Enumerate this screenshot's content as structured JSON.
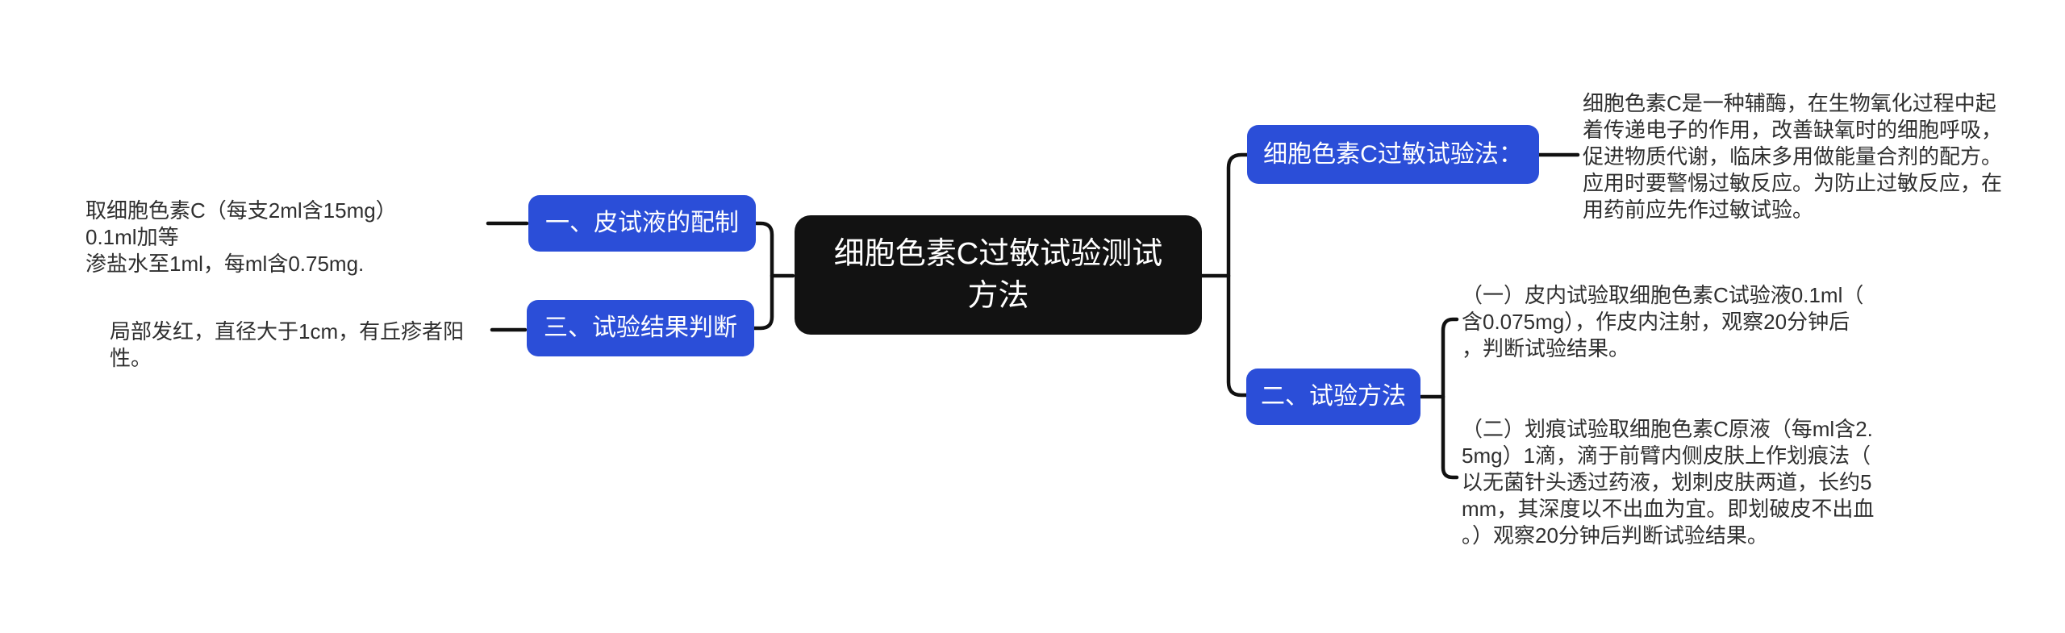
{
  "colors": {
    "node_blue": "#2B4ED8",
    "root_black": "#121212",
    "connector_line": "#111111",
    "body_text": "#2F2F2F",
    "node_text": "#FFFFFF",
    "background": "#FFFFFF"
  },
  "root": {
    "title": "细胞色素C过敏试验测试方法"
  },
  "left_branch": {
    "nodes": [
      {
        "label": "一、皮试液的配制",
        "note": "取细胞色素C（每支2ml含15mg）0.1ml加等\n渗盐水至1ml，每ml含0.75mg."
      },
      {
        "label": "三、试验结果判断",
        "note": "局部发红，直径大于1cm，有丘疹者阳性。"
      }
    ]
  },
  "right_branch": {
    "nodes": [
      {
        "label": "细胞色素C过敏试验法：",
        "note": "细胞色素C是一种辅酶，在生物氧化过程中起\n着传递电子的作用，改善缺氧时的细胞呼吸，\n促进物质代谢，临床多用做能量合剂的配方。\n应用时要警惕过敏反应。为防止过敏反应，在\n用药前应先作过敏试验。"
      },
      {
        "label": "二、试验方法",
        "children": [
          {
            "note": "（一）皮内试验取细胞色素C试验液0.1ml（\n含0.075mg），作皮内注射，观察20分钟后\n，判断试验结果。"
          },
          {
            "note": "（二）划痕试验取细胞色素C原液（每ml含2.\n5mg）1滴，滴于前臂内侧皮肤上作划痕法（\n以无菌针头透过药液，划刺皮肤两道，长约5\nmm，其深度以不出血为宜。即划破皮不出血\n。）观察20分钟后判断试验结果。"
          }
        ]
      }
    ]
  }
}
